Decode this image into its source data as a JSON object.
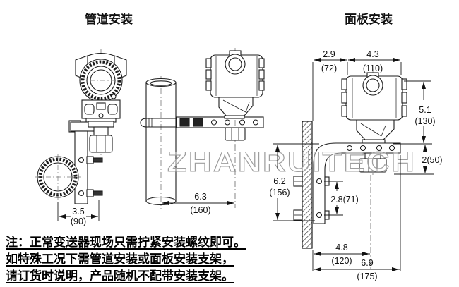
{
  "titles": {
    "pipe_mount": "管道安装",
    "panel_mount": "面板安装"
  },
  "watermark": "ZHANRUITECH",
  "note_lines": [
    "注：正常变送器现场只需拧紧安装螺纹即可。",
    "如特殊工况下需管道安装或面板安装支架，",
    "请订货时说明，产品随机不配带安装支架。"
  ],
  "dimensions": {
    "clamp_width": {
      "inch": "3.5",
      "mm": "(90)"
    },
    "pipe_to_housing_center": {
      "inch": "6.3",
      "mm": "(160)"
    },
    "panel_to_housing": {
      "inch": "2.9",
      "mm": "(72)"
    },
    "housing_width": {
      "inch": "4.3",
      "mm": "(110)"
    },
    "housing_height": {
      "inch": "5.1",
      "mm": "(130)"
    },
    "arm_to_connection": {
      "inch_mm": "2(50)"
    },
    "bracket_height": {
      "inch": "6.2",
      "mm": "(156)"
    },
    "bolt_hole_spacing": {
      "inch_mm": "2.8(71)"
    },
    "panel_to_connection": {
      "inch": "4.8",
      "mm": "(120)"
    },
    "panel_to_housing_edge": {
      "inch": "6.9",
      "mm": "(175)"
    }
  },
  "colors": {
    "line": "#1c1c1c",
    "watermark_stroke": "#9e9e9e",
    "text": "#000000"
  }
}
